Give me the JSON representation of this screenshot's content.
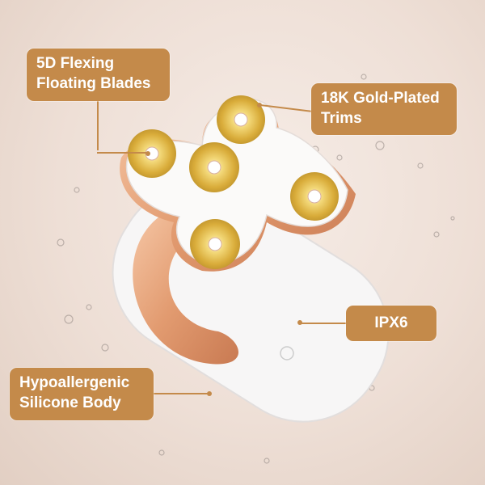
{
  "labels": {
    "blades": {
      "line1": "5D Flexing",
      "line2": "Floating Blades"
    },
    "trims": {
      "line1": "18K Gold-Plated",
      "line2": "Trims"
    },
    "waterproof": {
      "line1": "IPX6"
    },
    "body": {
      "line1": "Hypoallergenic",
      "line2": "Silicone Body"
    }
  },
  "colors": {
    "accent": "#c48a4a",
    "rose_gold": "#e4a07a",
    "blade_gold": "#e6c04a"
  }
}
